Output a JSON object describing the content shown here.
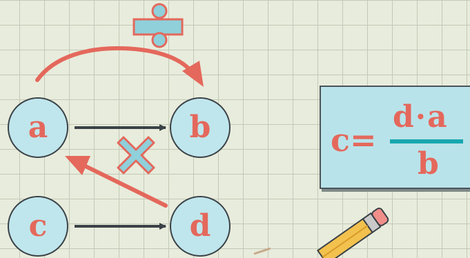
{
  "nodes": {
    "a": "a",
    "b": "b",
    "c": "c",
    "d": "d"
  },
  "formula": {
    "lhs": "c=",
    "numerator": "d·a",
    "denominator": "b"
  },
  "colors": {
    "accent_red": "#e4685c",
    "node_fill": "#bfe6ec",
    "box_fill": "#b9e3ea",
    "fraction_bar": "#19a7ae",
    "op_sign": "#8fd0da",
    "arrow_dark": "#3a4147"
  },
  "icons": {
    "divide": "divide-icon",
    "multiply": "multiply-icon",
    "pencil": "pencil-icon"
  }
}
